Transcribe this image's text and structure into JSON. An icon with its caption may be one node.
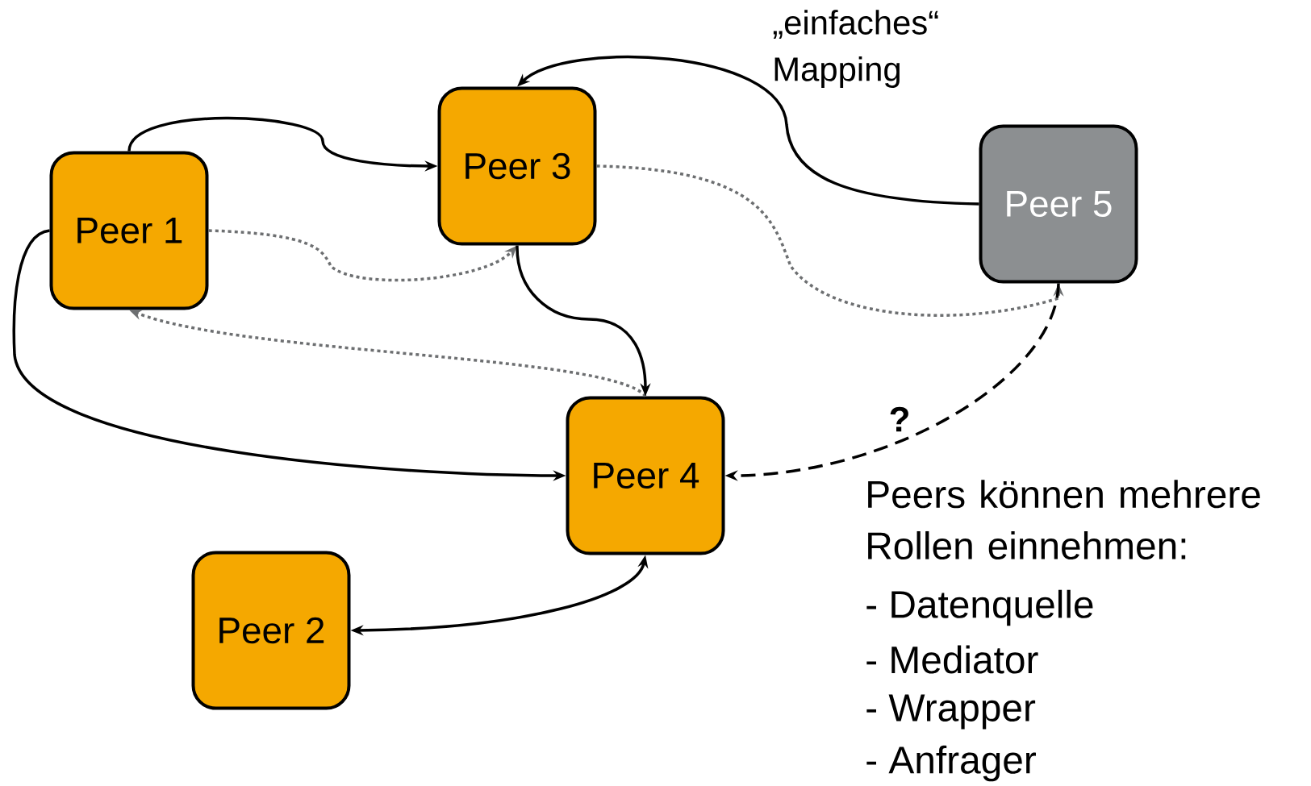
{
  "diagram": {
    "nodes": [
      {
        "text": [
          "Peer 1"
        ]
      },
      {
        "text": [
          "Peer 3"
        ]
      },
      {
        "text": [
          "Peer 2"
        ]
      },
      {
        "text": [
          "Peer 4"
        ]
      },
      {
        "text": [
          "Peer 5"
        ]
      }
    ],
    "edges": [
      {
        "from": 0,
        "to": 1,
        "arrow": "to"
      },
      {
        "from": 4,
        "to": 1,
        "arrow": "to",
        "label": "„einfaches“ Mapping"
      },
      {
        "from": 0,
        "to": 1,
        "arrow": "to",
        "style": "dashed",
        "color": "#6d6f71"
      },
      {
        "from": 1,
        "to": 4,
        "arrow": "to",
        "style": "dashed",
        "color": "#6d6f71"
      },
      {
        "from": 3,
        "to": 0,
        "arrow": "to",
        "style": "dashed",
        "color": "#6d6f71"
      },
      {
        "from": 1,
        "to": 3,
        "arrow": "to"
      },
      {
        "from": 0,
        "to": 3,
        "arrow": "to"
      },
      {
        "from": 4,
        "to": 3,
        "arrow": "to",
        "style": "dashed",
        "label": "?"
      },
      {
        "from": 2,
        "to": 3,
        "arrow": "both"
      }
    ],
    "labels": [
      "Peers können mehrere Rollen einnehmen:",
      "- Datenquelle",
      "- Mediator",
      "- Wrapper",
      "- Anfrager"
    ]
  }
}
